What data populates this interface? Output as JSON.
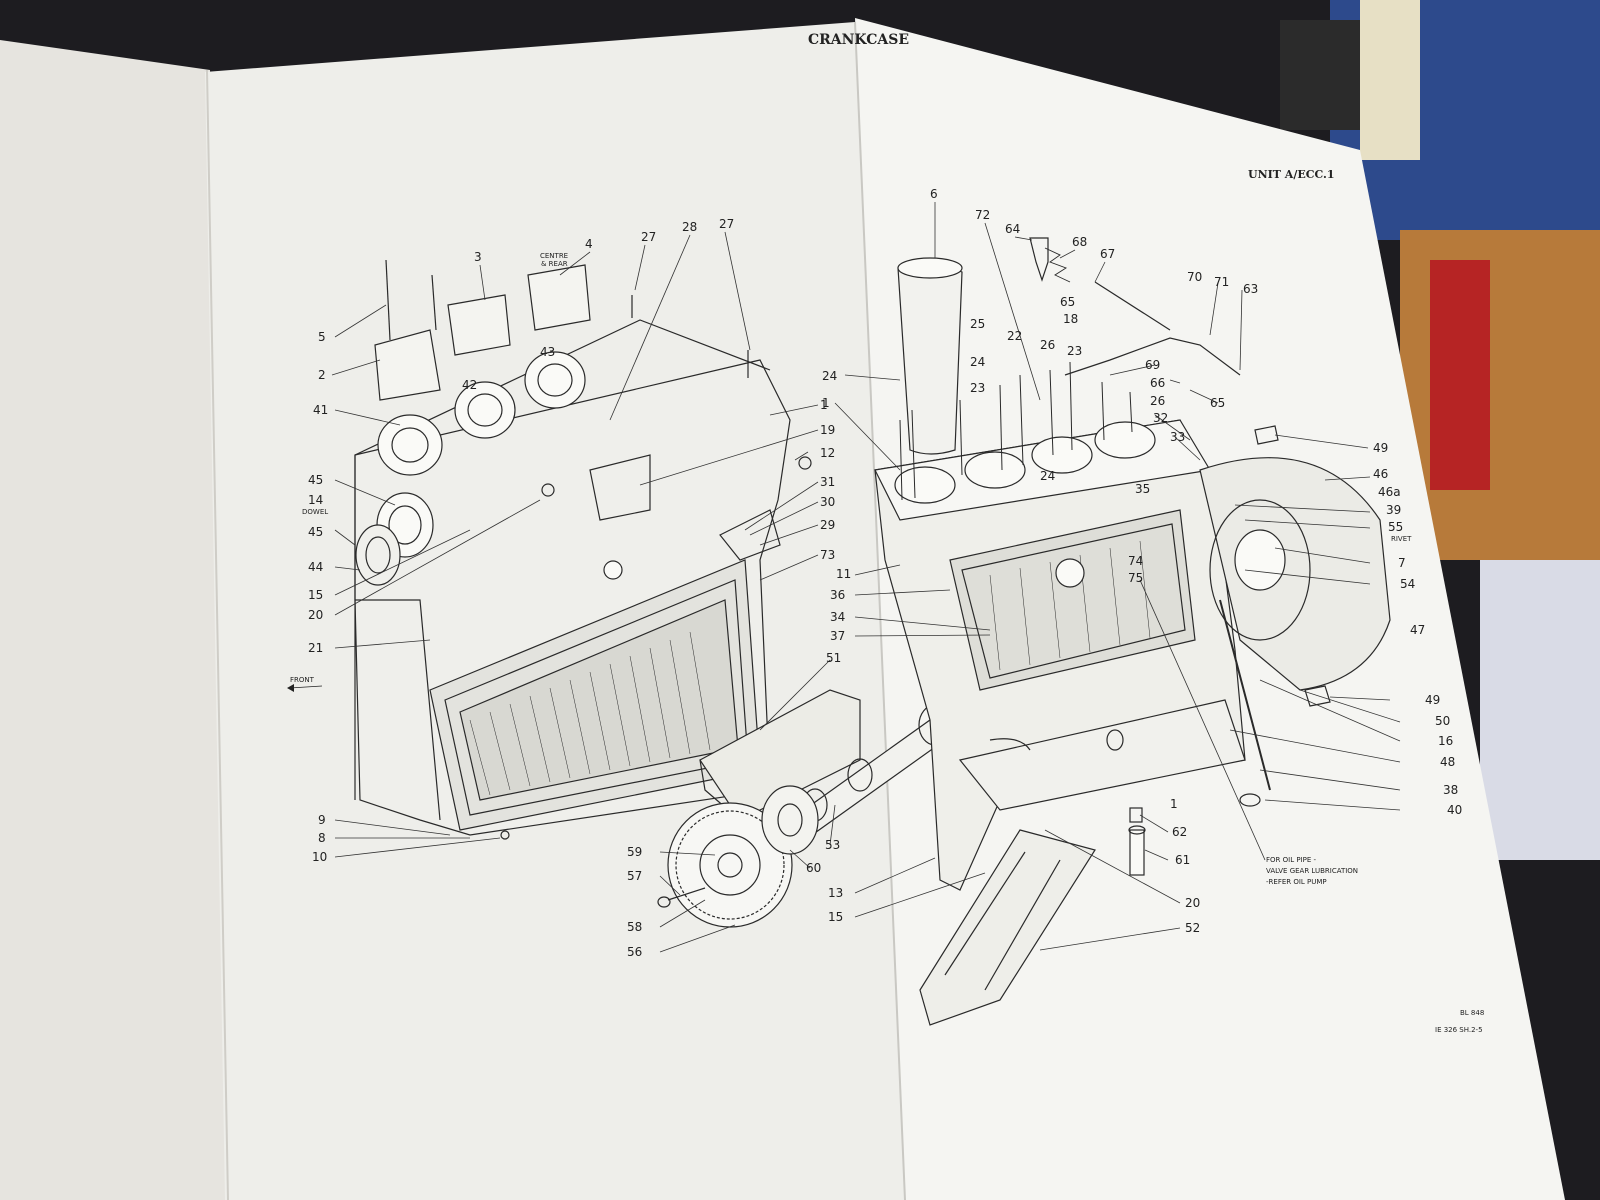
{
  "header": {
    "title": "CRANKCASE",
    "unit": "UNIT A/ECC.1"
  },
  "footer": {
    "ref_1": "BL 848",
    "ref_2": "IE 326  SH.2-5"
  },
  "notes": {
    "front": "FRONT",
    "centre_rear": [
      "CENTRE",
      "& REAR"
    ],
    "dowel": "DOWEL",
    "rivet": "RIVET",
    "oil_pipe": [
      "FOR OIL PIPE -",
      "VALVE GEAR LUBRICATION",
      "-REFER OIL PUMP"
    ]
  },
  "callouts_left": [
    "5",
    "2",
    "3",
    "4",
    "27",
    "28",
    "27",
    "43",
    "42",
    "41",
    "1",
    "19",
    "12",
    "45",
    "14",
    "45",
    "44",
    "15",
    "20",
    "21",
    "31",
    "30",
    "29",
    "73",
    "9",
    "8",
    "10"
  ],
  "callouts_center": [
    "51",
    "11",
    "36",
    "34",
    "37",
    "53",
    "60",
    "59",
    "57",
    "58",
    "56",
    "13",
    "15"
  ],
  "callouts_right": [
    "6",
    "72",
    "64",
    "68",
    "67",
    "24",
    "1",
    "25",
    "22",
    "26",
    "23",
    "24",
    "23",
    "65",
    "18",
    "70",
    "71",
    "63",
    "69",
    "66",
    "65",
    "26",
    "32",
    "33",
    "24",
    "35",
    "49",
    "46",
    "46a",
    "39",
    "55",
    "74",
    "75",
    "7",
    "54",
    "47",
    "49",
    "50",
    "16",
    "48",
    "38",
    "40",
    "1",
    "62",
    "61",
    "20",
    "52"
  ],
  "colors": {
    "paper_left": "#e6e4df",
    "paper_center": "#eeeeea",
    "paper_right": "#f4f4f1",
    "ink": "#222222"
  }
}
